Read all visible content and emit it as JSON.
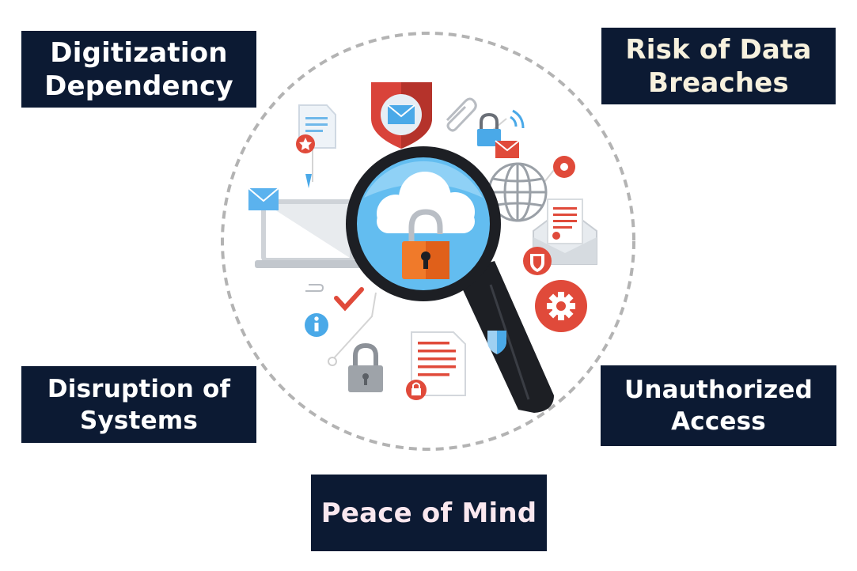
{
  "labels": {
    "digitization": {
      "line1": "Digitization",
      "line2": "Dependency"
    },
    "risk": {
      "line1": "Risk of Data",
      "line2": "Breaches"
    },
    "disruption": {
      "line1": "Disruption of",
      "line2": "Systems"
    },
    "unauthorized": {
      "line1": "Unauthorized",
      "line2": "Access"
    },
    "peace": {
      "line1": "Peace of Mind"
    }
  },
  "colors": {
    "box_background": "#0c1a33",
    "box_text": "#ffffff",
    "accent_red": "#e24a3b",
    "accent_blue": "#4aa9e8",
    "magnifier_dark": "#1d1f24",
    "lock_orange": "#f07a2a",
    "dashed_ring": "#b3b3b3"
  },
  "icons": [
    "magnifying-glass-icon",
    "cloud-icon",
    "padlock-icon",
    "shield-mail-icon",
    "document-star-icon",
    "paperclip-icon",
    "wifi-icon",
    "locked-mail-icon",
    "globe-icon",
    "key-icon",
    "open-envelope-document-icon",
    "laptop-icon",
    "shield-icon",
    "gear-icon",
    "checkmark-icon",
    "info-icon",
    "grey-padlock-icon",
    "document-lock-icon"
  ]
}
